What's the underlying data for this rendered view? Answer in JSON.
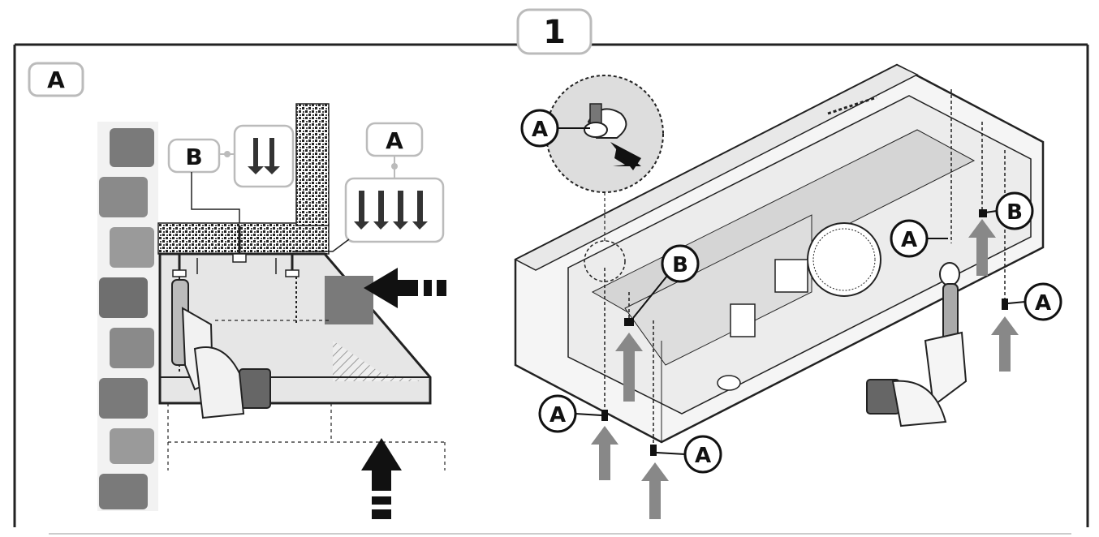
{
  "step": {
    "number": "1"
  },
  "left_panel": {
    "panel_label": "A",
    "callout_b_label": "B",
    "callout_a_label": "A"
  },
  "right_panel": {
    "detail_label": "A",
    "labels": {
      "b_inner": "B",
      "a_right_upper": "A",
      "b_right": "B",
      "a_far_right": "A",
      "a_bottom_left": "A",
      "a_bottom_center": "A"
    }
  }
}
